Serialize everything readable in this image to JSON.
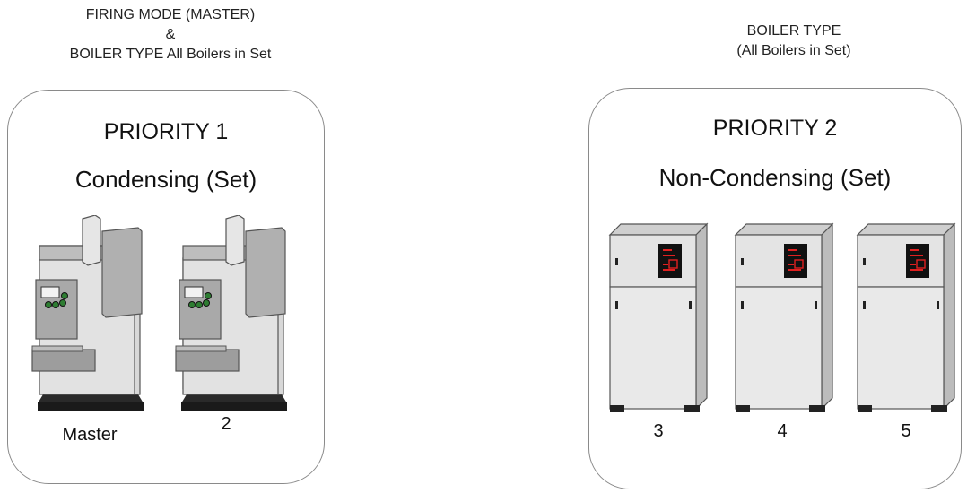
{
  "left_caption": {
    "line1": "FIRING MODE (MASTER)",
    "line2": "&",
    "line3": "BOILER TYPE All Boilers in Set"
  },
  "right_caption": {
    "line1": "BOILER TYPE",
    "line2": "(All Boilers in Set)"
  },
  "left_group": {
    "priority": "PRIORITY 1",
    "type": "Condensing (Set)",
    "boilers": [
      {
        "label": "Master",
        "icon": "condensing-boiler-icon"
      },
      {
        "label": "2",
        "icon": "condensing-boiler-icon"
      }
    ]
  },
  "right_group": {
    "priority": "PRIORITY 2",
    "type": "Non-Condensing (Set)",
    "boilers": [
      {
        "label": "3",
        "icon": "non-condensing-boiler-icon"
      },
      {
        "label": "4",
        "icon": "non-condensing-boiler-icon"
      },
      {
        "label": "5",
        "icon": "non-condensing-boiler-icon"
      }
    ]
  },
  "colors": {
    "panel_fill": "#dcdcdc",
    "display_red": "#e02020",
    "indicator_green": "#2e7d32"
  }
}
